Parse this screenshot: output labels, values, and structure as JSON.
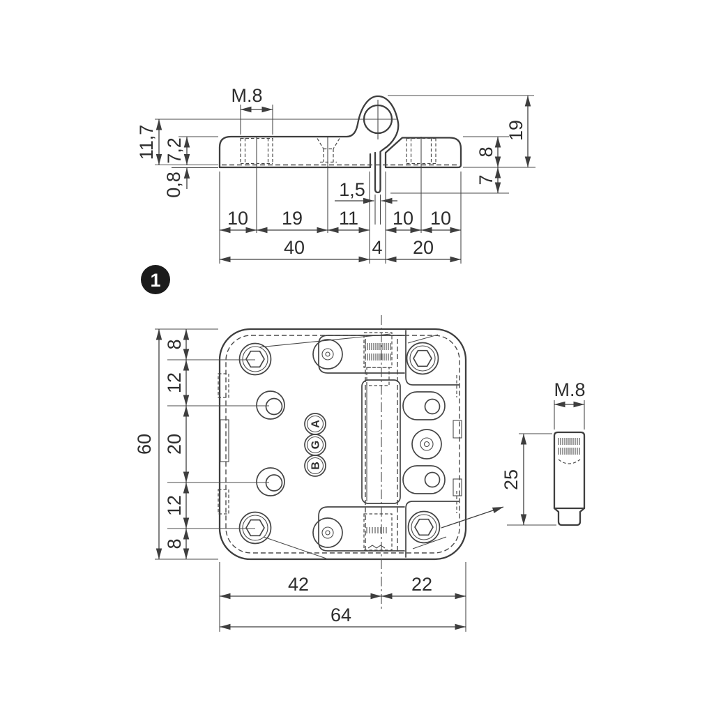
{
  "figure": {
    "number": "1"
  },
  "side_view": {
    "thread_label": "M.8",
    "pivot_height": "11,7",
    "plate_thickness": "7,2",
    "lip": "0,8",
    "knuckle_height": "19",
    "right_wing_thickness": "8",
    "tab_depth": "7",
    "tab_thickness": "1,5",
    "row1": [
      "10",
      "19",
      "11",
      "10",
      "10"
    ],
    "row2": [
      "40",
      "4",
      "20"
    ]
  },
  "plan_view": {
    "chain": [
      "8",
      "12",
      "20",
      "12",
      "8"
    ],
    "total_height": "60",
    "bottom": [
      "42",
      "22"
    ],
    "total_width": "64"
  },
  "brand": {
    "letters": [
      "A",
      "G",
      "B"
    ]
  },
  "screw_detail": {
    "thread_label": "M.8",
    "length": "25"
  },
  "colors": {
    "line": "#3e3e3e",
    "text": "#2d2d2d",
    "badge": "#1b1b1b",
    "background": "#ffffff"
  }
}
